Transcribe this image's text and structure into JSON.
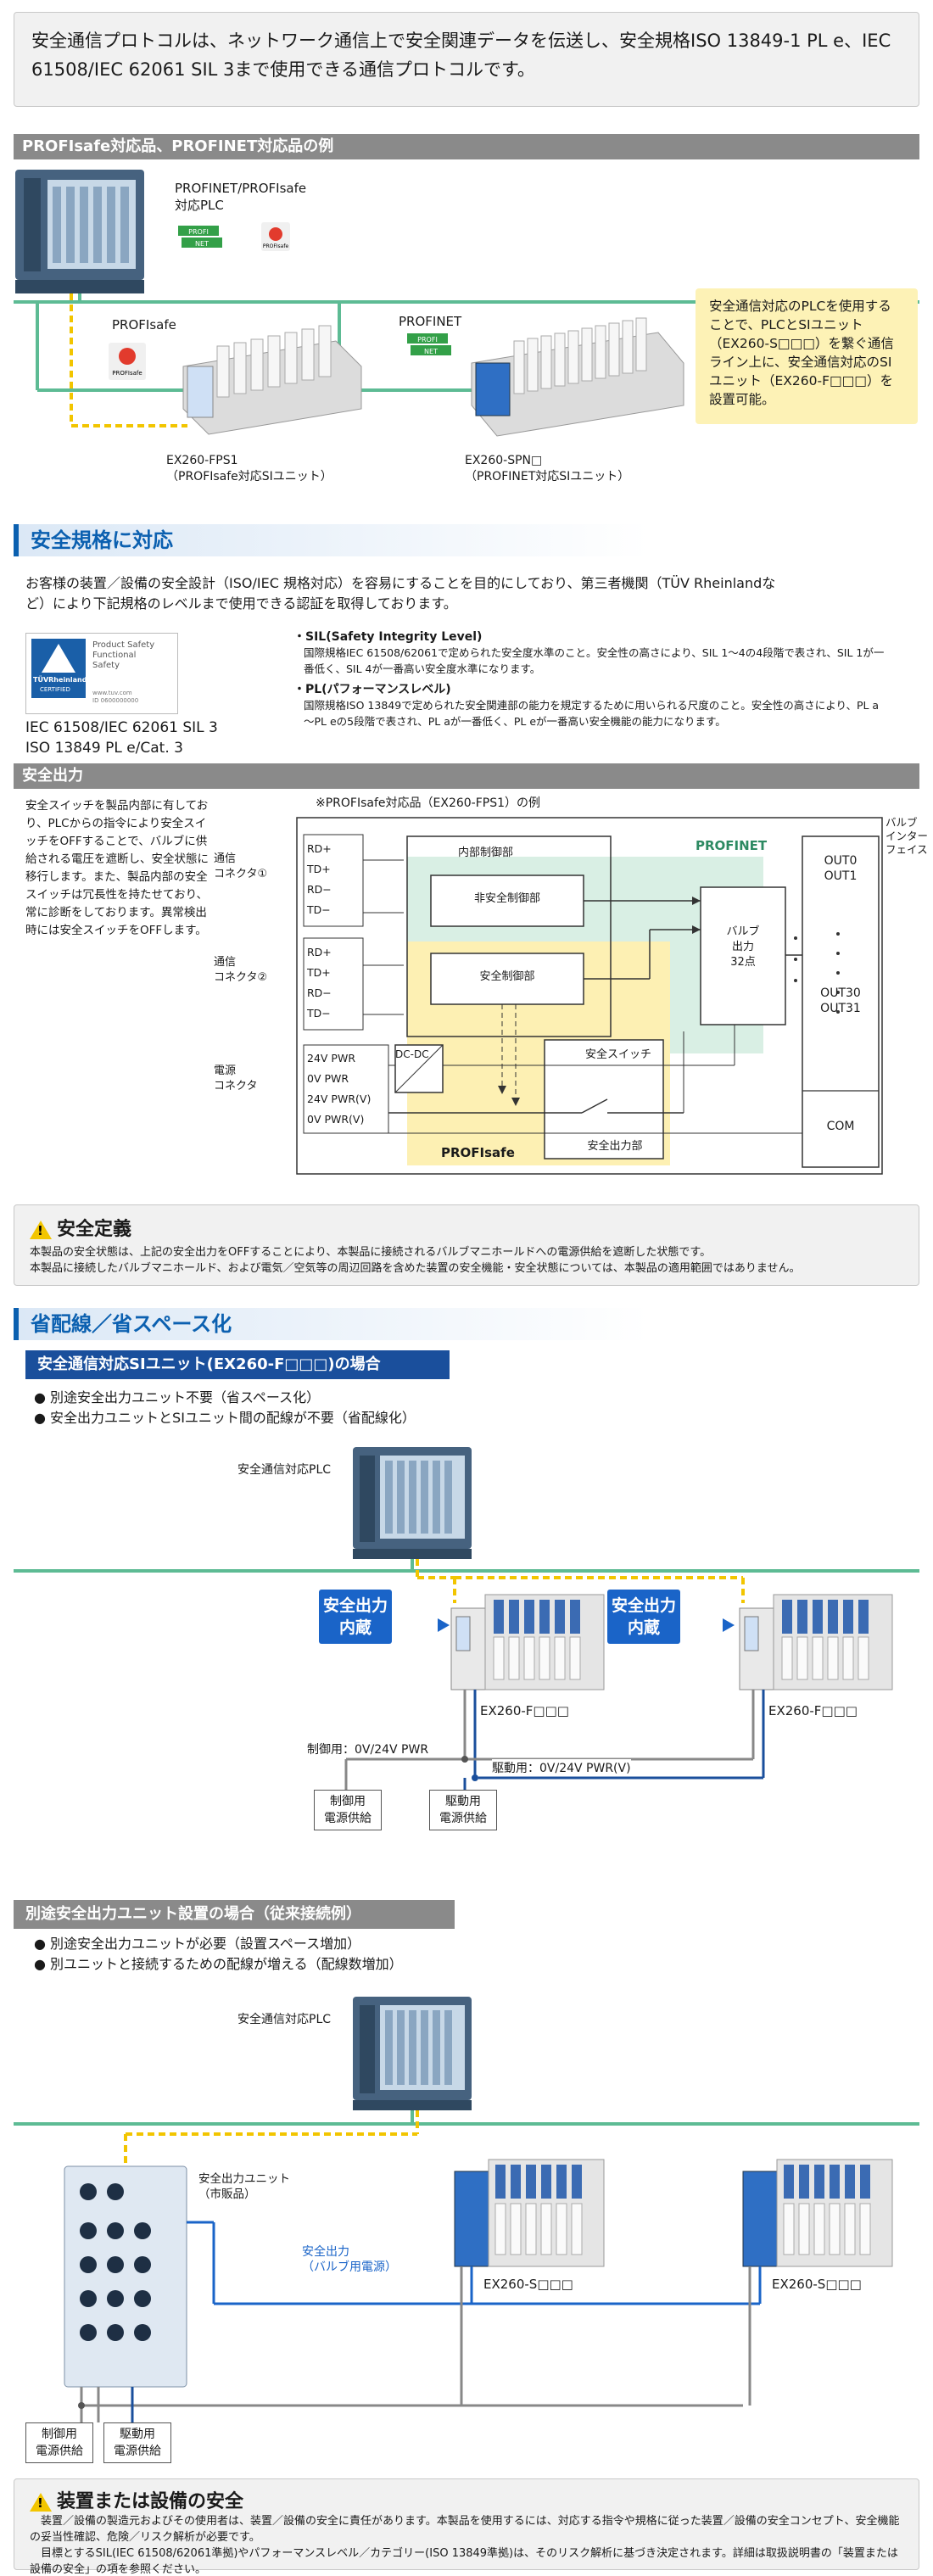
{
  "intro": "安全通信プロトコルは、ネットワーク通信上で安全関連データを伝送し、安全規格ISO 13849-1 PL e、IEC 61508/IEC 62061 SIL 3まで使用できる通信プロトコルです。",
  "sec1": {
    "header": "PROFIsafe対応品、PROFINET対応品の例",
    "plc_label": "PROFINET/PROFIsafe\n対応PLC",
    "profisafe_label": "PROFIsafe",
    "profinet_label": "PROFINET",
    "logo_text": "PROFI NET",
    "safe_logo": "PROFIsafe",
    "unit1": "EX260-FPS1\n（PROFIsafe対応SIユニット）",
    "unit2": "EX260-SPN□\n（PROFINET対応SIユニット）",
    "note": "安全通信対応のPLCを使用することで、PLCとSIユニット（EX260-S□□□）を繋ぐ通信ライン上に、安全通信対応のSIユニット（EX260-F□□□）を設置可能。"
  },
  "sec2": {
    "header": "安全規格に対応",
    "desc": "お客様の装置／設備の安全設計（ISO/IEC 規格対応）を容易にすることを目的にしており、第三者機関（TÜV Rheinlandなど）により下記規格のレベルまで使用できる認証を取得しております。",
    "tuv_lines": [
      "Product Safety",
      "Functional",
      "Safety"
    ],
    "tuv_brand": "TÜVRheinland",
    "tuv_cert": "CERTIFIED",
    "tuv_url": "www.tuv.com\nID 0600000000",
    "std1": "IEC 61508/IEC 62061 SIL 3",
    "std2": "ISO 13849 PL e/Cat. 3",
    "sil_title": "・SIL(Safety Integrity Level)",
    "sil_text": "国際規格IEC 61508/62061で定められた安全度水準のこと。安全性の高さにより、SIL 1～4の4段階で表され、SIL 1が一番低く、SIL 4が一番高い安全度水準になります。",
    "pl_title": "・PL(パフォーマンスレベル)",
    "pl_text": "国際規格ISO 13849で定められた安全関連部の能力を規定するために用いられる尺度のこと。安全性の高さにより、PL a～PL eの5段階で表され、PL aが一番低く、PL eが一番高い安全機能の能力になります。"
  },
  "sec3": {
    "header": "安全出力",
    "left_text": "安全スイッチを製品内部に有しており、PLCからの指令により安全スイッチをOFFすることで、バルブに供給される電圧を遮断し、安全状態に移行します。また、製品内部の安全スイッチは冗長性を持たせており、常に診断をしております。異常検出時には安全スイッチをOFFします。",
    "diagram_title": "※PROFIsafe対応品（EX260-FPS1）の例",
    "conn1": "通信\nコネクタ①",
    "conn2": "通信\nコネクタ②",
    "power": "電源\nコネクタ",
    "pins1": [
      "RD+",
      "TD+",
      "RD−",
      "TD−"
    ],
    "pins2": [
      "RD+",
      "TD+",
      "RD−",
      "TD−"
    ],
    "pins3": [
      "24V PWR",
      "0V PWR",
      "24V PWR(V)",
      "0V PWR(V)"
    ],
    "internal": "内部制御部",
    "non_safety": "非安全制御部",
    "safety": "安全制御部",
    "profinet": "PROFINET",
    "profisafe": "PROFIsafe",
    "valve": "バルブ\n出力\n32点",
    "dcdc": "DC-DC",
    "safety_switch": "安全スイッチ",
    "safety_output": "安全出力部",
    "valve_if": "バルブ\nインター\nフェイス",
    "outs": [
      "OUT0",
      "OUT1",
      "OUT30",
      "OUT31"
    ],
    "com": "COM"
  },
  "def1": {
    "title": "安全定義",
    "line1": "本製品の安全状態は、上記の安全出力をOFFすることにより、本製品に接続されるバルブマニホールドへの電源供給を遮断した状態です。",
    "line2": "本製品に接続したバルブマニホールド、および電気／空気等の周辺回路を含めた装置の安全機能・安全状態については、本製品の適用範囲ではありません。"
  },
  "sec4": {
    "header": "省配線／省スペース化",
    "sub1": "安全通信対応SIユニット(EX260-F□□□)の場合",
    "b1": [
      "別途安全出力ユニット不要（省スペース化）",
      "安全出力ユニットとSIユニット間の配線が不要（省配線化）"
    ],
    "plc": "安全通信対応PLC",
    "sign": "安全出力\n内蔵",
    "ex_f": "EX260-F□□□",
    "ctrl_line": "制御用：0V/24V PWR",
    "drive_line": "駆動用：0V/24V PWR(V)",
    "ctrl_supply": "制御用\n電源供給",
    "drive_supply": "駆動用\n電源供給",
    "sub2": "別途安全出力ユニット設置の場合（従来接続例）",
    "b2": [
      "別途安全出力ユニットが必要（設置スペース増加）",
      "別ユニットと接続するための配線が増える（配線数増加）"
    ],
    "plc2": "安全通信対応PLC",
    "safe_unit": "安全出力ユニット\n（市販品）",
    "safe_out": "安全出力\n（バルブ用電源）",
    "ex_s": "EX260-S□□□"
  },
  "def2": {
    "title": "装置または設備の安全",
    "line1": "装置／設備の製造元およびその使用者は、装置／設備の安全に責任があります。本製品を使用するには、対応する指令や規格に従った装置／設備の安全コンセプト、安全機能の妥当性確認、危険／リスク解析が必要です。",
    "line2": "目標とするSIL(IEC 61508/62061準拠)やパフォーマンスレベル／カテゴリー(ISO 13849準拠)は、そのリスク解析に基づき決定されます。詳細は取扱説明書の「装置または設備の安全」の項を参照ください。"
  },
  "colors": {
    "accent": "#0b60b0",
    "green": "#5dbb94",
    "yellow": "#f2c500",
    "note": "#fdf2b6"
  }
}
